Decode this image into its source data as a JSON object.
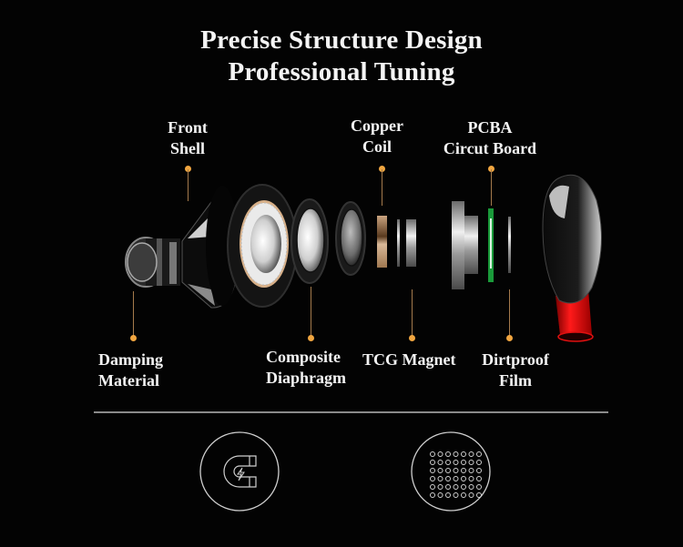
{
  "header": {
    "title_line1": "Precise Structure Design",
    "title_line2": "Professional Tuning"
  },
  "components": {
    "front_shell": {
      "line1": "Front",
      "line2": "Shell"
    },
    "copper_coil": {
      "line1": "Copper",
      "line2": "Coil"
    },
    "pcba": {
      "line1": "PCBA",
      "line2": "Circut Board"
    },
    "damping": {
      "line1": "Damping",
      "line2": "Material"
    },
    "diaphragm": {
      "line1": "Composite",
      "line2": "Diaphragm"
    },
    "magnet": {
      "line1": "TCG Magnet"
    },
    "dirtproof": {
      "line1": "Dirtproof",
      "line2": "Film"
    }
  },
  "feature_icons": [
    {
      "icon": "magnet-icon"
    },
    {
      "icon": "mesh-grid-icon"
    }
  ],
  "colors": {
    "background": "#030303",
    "leader_line": "#a47a4c",
    "leader_dot": "#f2a640",
    "accent_red": "#e01010",
    "pcb_green": "#1a9a3a"
  }
}
